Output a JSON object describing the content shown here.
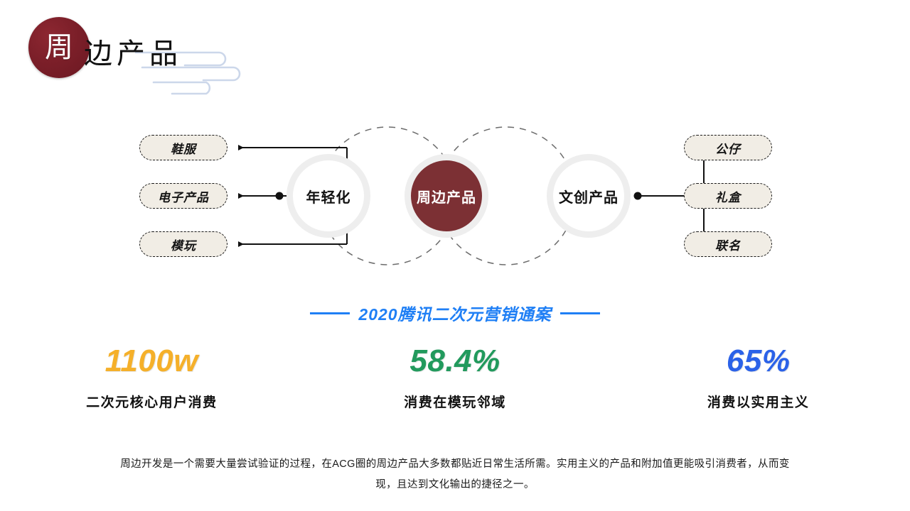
{
  "slide": {
    "title_badge_char": "周",
    "title_text": "边产品",
    "background_color": "#ffffff",
    "brand_color": "#7c1f29"
  },
  "diagram": {
    "center_nodes": [
      {
        "label": "年轻化",
        "style": "ring"
      },
      {
        "label": "周边产品",
        "style": "filled"
      },
      {
        "label": "文创产品",
        "style": "ring"
      }
    ],
    "left_branches": [
      {
        "label": "鞋服"
      },
      {
        "label": "电子产品"
      },
      {
        "label": "模玩"
      }
    ],
    "right_branches": [
      {
        "label": "公仔"
      },
      {
        "label": "礼盒"
      },
      {
        "label": "联名"
      }
    ]
  },
  "ribbon": {
    "text": "2020腾讯二次元营销通案",
    "color": "#1f7ff5"
  },
  "stats": [
    {
      "value": "1100w",
      "label": "二次元核心用户消费",
      "color": "#f5b02a"
    },
    {
      "value": "58.4%",
      "label": "消费在模玩邻域",
      "color": "#229a5d"
    },
    {
      "value": "65%",
      "label": "消费以实用主义",
      "color": "#2b62e8"
    }
  ],
  "body": {
    "paragraph": "周边开发是一个需要大量尝试验证的过程，在ACG圈的周边产品大多数都贴近日常生活所需。实用主义的产品和附加值更能吸引消费者，从而变现，且达到文化输出的捷径之一。"
  }
}
